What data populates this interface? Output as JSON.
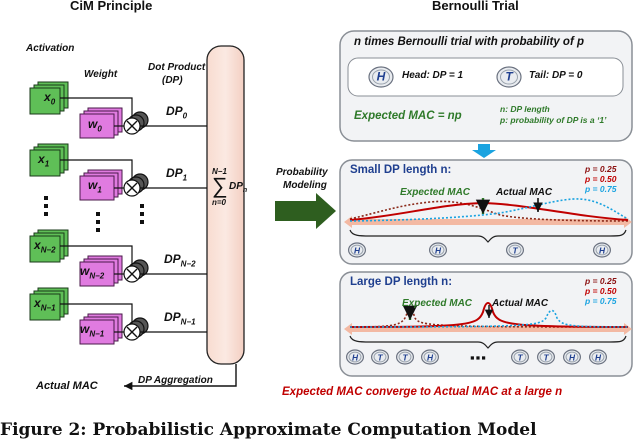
{
  "left": {
    "title": "CiM Principle",
    "activation_label": "Activation",
    "weight_label": "Weight",
    "dot_product_label": "Dot Product",
    "dp_label": "(DP)",
    "inputs": [
      "x",
      "x",
      "x",
      "x"
    ],
    "input_subs": [
      "0",
      "1",
      "N−2",
      "N−1"
    ],
    "weights": [
      "w",
      "w",
      "w",
      "w"
    ],
    "weight_subs": [
      "0",
      "1",
      "N−2",
      "N−1"
    ],
    "dps": [
      "DP",
      "DP",
      "DP",
      "DP"
    ],
    "dp_subs": [
      "0",
      "1",
      "N−2",
      "N−1"
    ],
    "sum_top": "N−1",
    "sum_bottom": "n=0",
    "sum_term": "DP",
    "sum_term_sub": "n",
    "aggregation_label": "DP Aggregation",
    "output_label": "Actual MAC"
  },
  "middle": {
    "line1": "Probability",
    "line2": "Modeling"
  },
  "right": {
    "title": "Bernoulli Trial",
    "trial_header": "n times Bernoulli trial with probability of p",
    "head_coin": "H",
    "tail_coin": "T",
    "head_text": "Head: DP = 1",
    "tail_text": "Tail: DP = 0",
    "expected_formula": "Expected MAC = np",
    "note1": "n: DP length",
    "note2": "p: probability of DP is a ‘1’",
    "small": {
      "title": "Small DP length n:",
      "expected": "Expected MAC",
      "actual": "Actual MAC",
      "coins": [
        "H",
        "H",
        "T",
        "H"
      ],
      "dots": ""
    },
    "large": {
      "title": "Large DP length n:",
      "expected": "Expected MAC",
      "actual": "Actual MAC",
      "coins_left": [
        "H",
        "T",
        "T",
        "H"
      ],
      "dots": "▪▪▪",
      "coins_right": [
        "T",
        "T",
        "H",
        "H"
      ]
    },
    "legend": [
      "p = 0.25",
      "p = 0.50",
      "p = 0.75"
    ],
    "conclusion": "Expected MAC converge to Actual MAC at a large n"
  },
  "caption": "Figure 2: Probabilistic Approximate Computation Model",
  "colors": {
    "accent_blue": "#1f3f8f",
    "green": "#2f7a2a",
    "red": "#c00000",
    "dark_red": "#8b1010",
    "cyan": "#1aa3e0",
    "magenta": "#e07be0",
    "input_green": "#5fbf57",
    "arrow_green": "#2e5e1f"
  }
}
